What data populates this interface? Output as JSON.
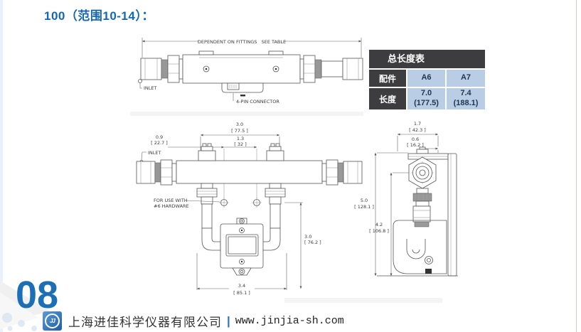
{
  "header": {
    "title": "100（范围10-14）："
  },
  "colors": {
    "accent_blue": "#1368b1",
    "table_header_bg": "#3d3d3f",
    "table_cell_bg": "#b9cde4",
    "logo_blue": "#1b5ea6",
    "drawing_line": "#555555"
  },
  "length_table": {
    "title": "总长度表",
    "fitting_label": "配件",
    "length_label": "长度",
    "fittings": [
      "A6",
      "A7"
    ],
    "values": [
      {
        "inches": "7.0",
        "mm": "(177.5)"
      },
      {
        "inches": "7.4",
        "mm": "(188.1)"
      }
    ]
  },
  "drawings": {
    "top": {
      "overall": "DEPENDENT ON FITTINGS   SEE TABLE",
      "inlet": "INLET",
      "connector": "4-PIN CONNECTOR"
    },
    "front": {
      "inlet": "INLET",
      "hardware_line1": "FOR USE WITH",
      "hardware_line2": "#6 HARDWARE",
      "span": {
        "in": "3.0",
        "mm": "[ 77.5 ]"
      },
      "offset": {
        "in": "0.9",
        "mm": "[ 22.7 ]"
      },
      "gap": {
        "in": "1.3",
        "mm": "[ 32 ]"
      },
      "height": {
        "in": "3.0",
        "mm": "[ 76.2 ]"
      },
      "width": {
        "in": "3.4",
        "mm": "[ 85.1 ]"
      }
    },
    "side": {
      "depth": {
        "in": "1.7",
        "mm": "[ 42.3 ]"
      },
      "offset": {
        "in": "0.6",
        "mm": "[ 16.2 ]"
      },
      "total_height": {
        "in": "5.0",
        "mm": "[ 128.1 ]"
      },
      "body_height": {
        "in": "4.2",
        "mm": "[ 106.8 ]"
      }
    }
  },
  "footer": {
    "page_number": "08",
    "logo_text": "JJ",
    "company": "上海进佳科学仪器有限公司",
    "separator": "|",
    "website": "www.jinjia-sh.com"
  }
}
